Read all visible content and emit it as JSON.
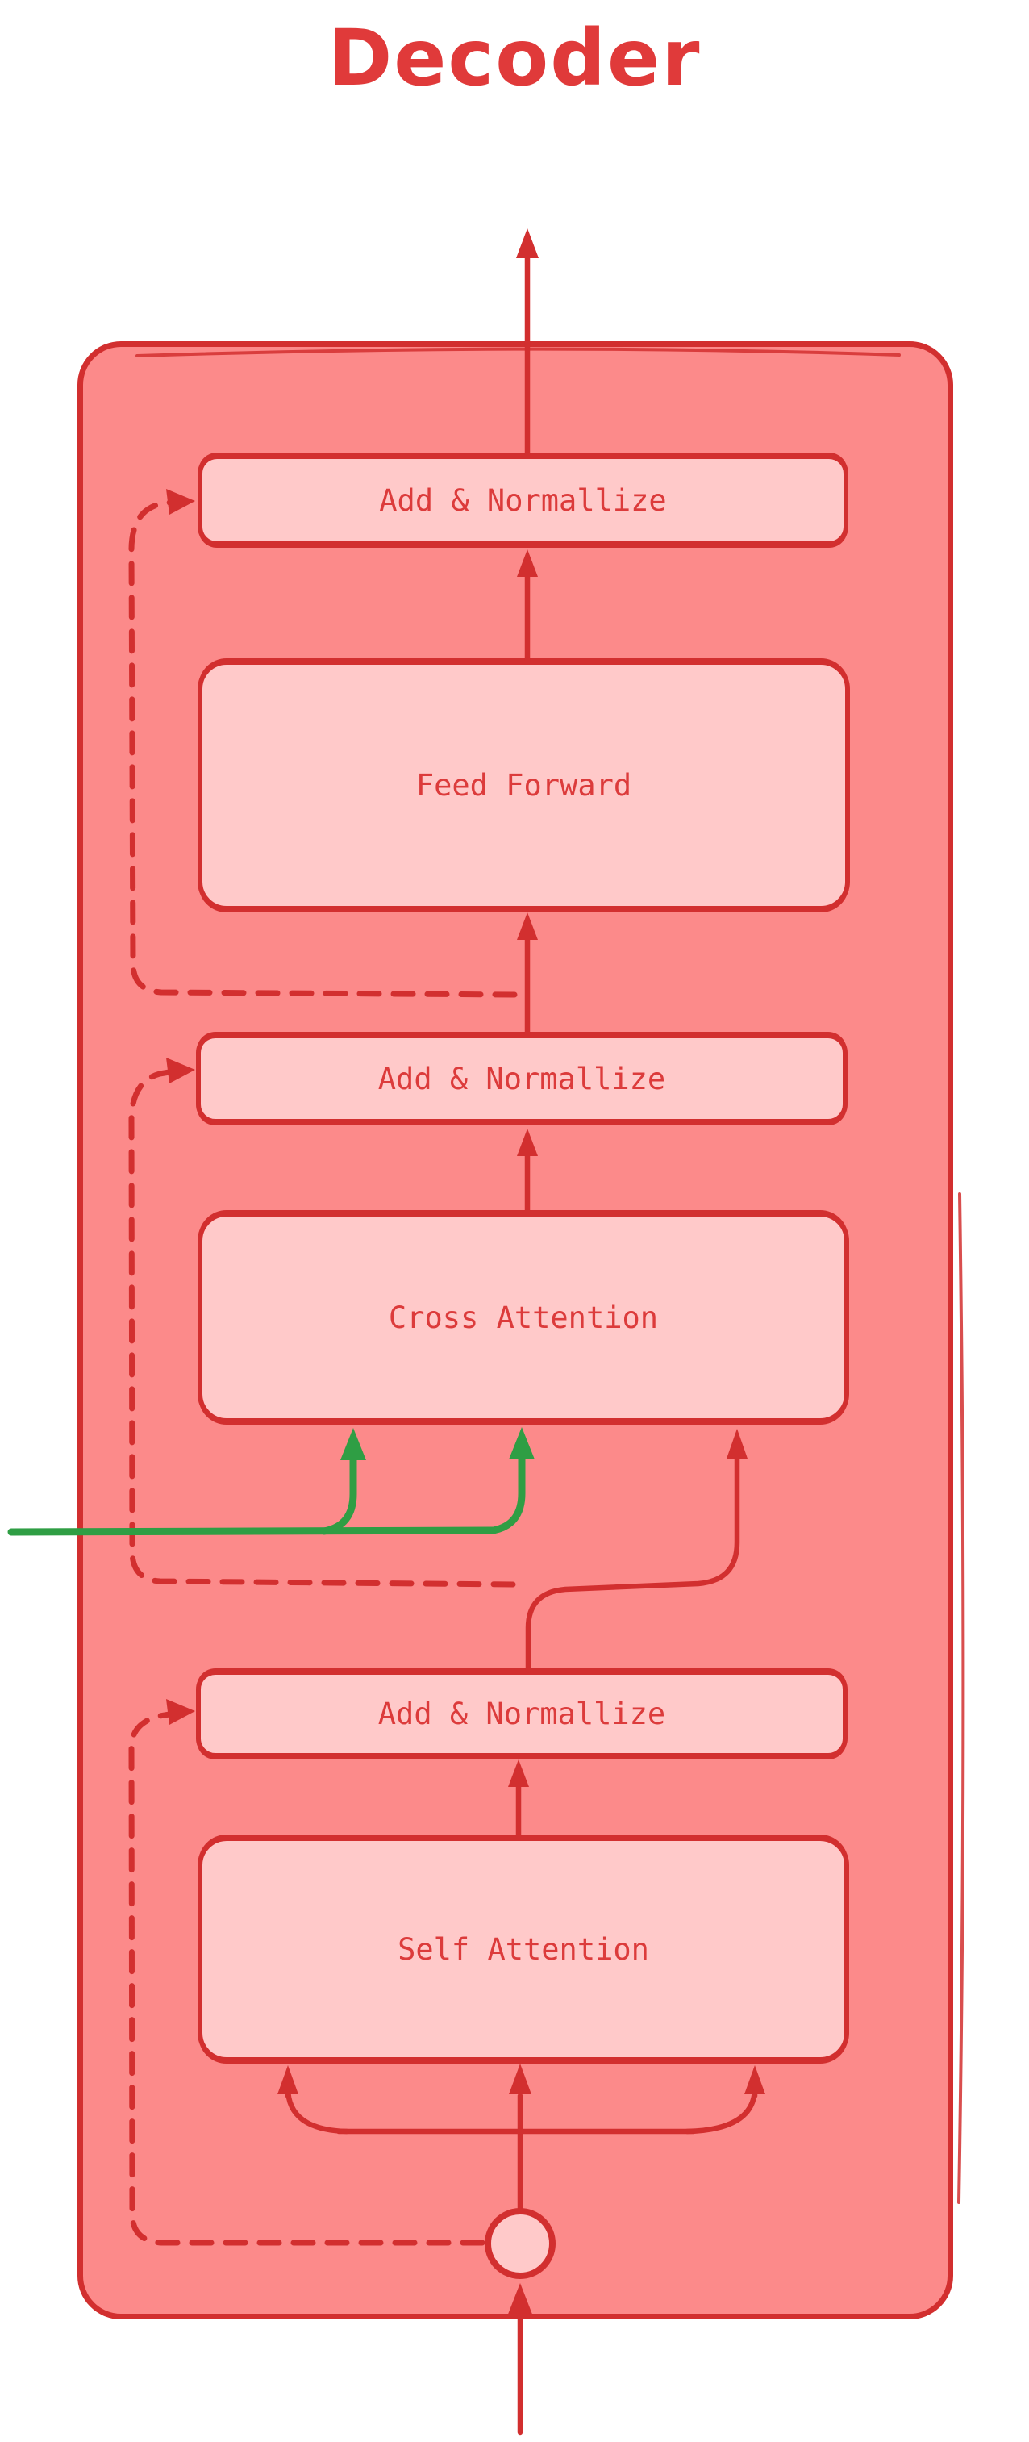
{
  "diagram": {
    "title": "Decoder",
    "blocks": {
      "add_norm_top": "Add & Normallize",
      "feed_forward": "Feed Forward",
      "add_norm_mid": "Add & Normallize",
      "cross_attention": "Cross Attention",
      "add_norm_bottom": "Add & Normallize",
      "self_attention": "Self Attention"
    },
    "colors": {
      "stroke": "#d22f2f",
      "container_fill": "#fc8a8a",
      "block_fill": "#ffc9c9",
      "label": "#dc3b3b",
      "title": "#e03a3a",
      "encoder_input": "#2f9e44",
      "background": "#ffffff"
    }
  }
}
